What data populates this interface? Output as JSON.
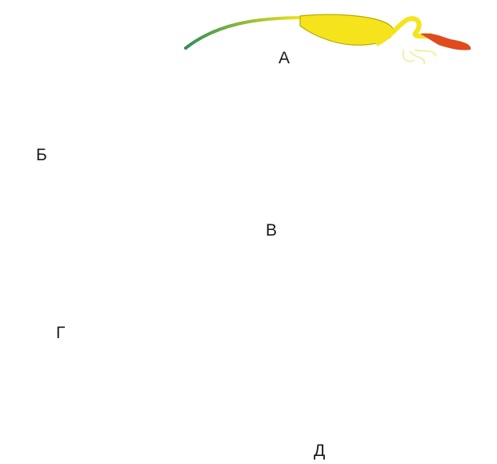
{
  "labels": {
    "a": "А",
    "b": "Б",
    "v": "В",
    "g": "Г",
    "d": "Д"
  },
  "colors": {
    "yellow": "#f5e41c",
    "yellow_outline": "#b5a800",
    "green": "#2f8f5a",
    "red": "#e04a1c",
    "purple": "#b58ad8",
    "light_yellow": "#f3ea8a"
  }
}
